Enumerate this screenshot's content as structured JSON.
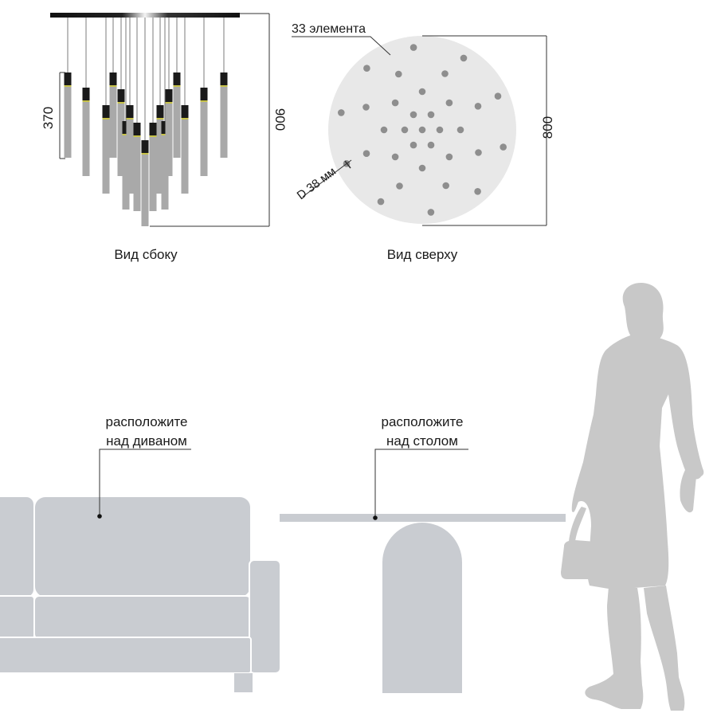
{
  "side_view": {
    "caption": "Вид сбоку",
    "height_total": "900",
    "height_tube": "370"
  },
  "top_view": {
    "caption": "Вид сверху",
    "elements_count": "33 элемента",
    "diameter": "800",
    "tube_diameter": "D 38 мм"
  },
  "sofa": {
    "note_line1": "расположите",
    "note_line2": "над диваном"
  },
  "table": {
    "note_line1": "расположите",
    "note_line2": "над столом"
  },
  "colors": {
    "tube": "#a9a9a9",
    "cap": "#1a1a1a",
    "furniture": "#c9ccd1",
    "person": "#c8c8c8",
    "disc": "#e8e8e8",
    "dot": "#8e8e8e"
  }
}
